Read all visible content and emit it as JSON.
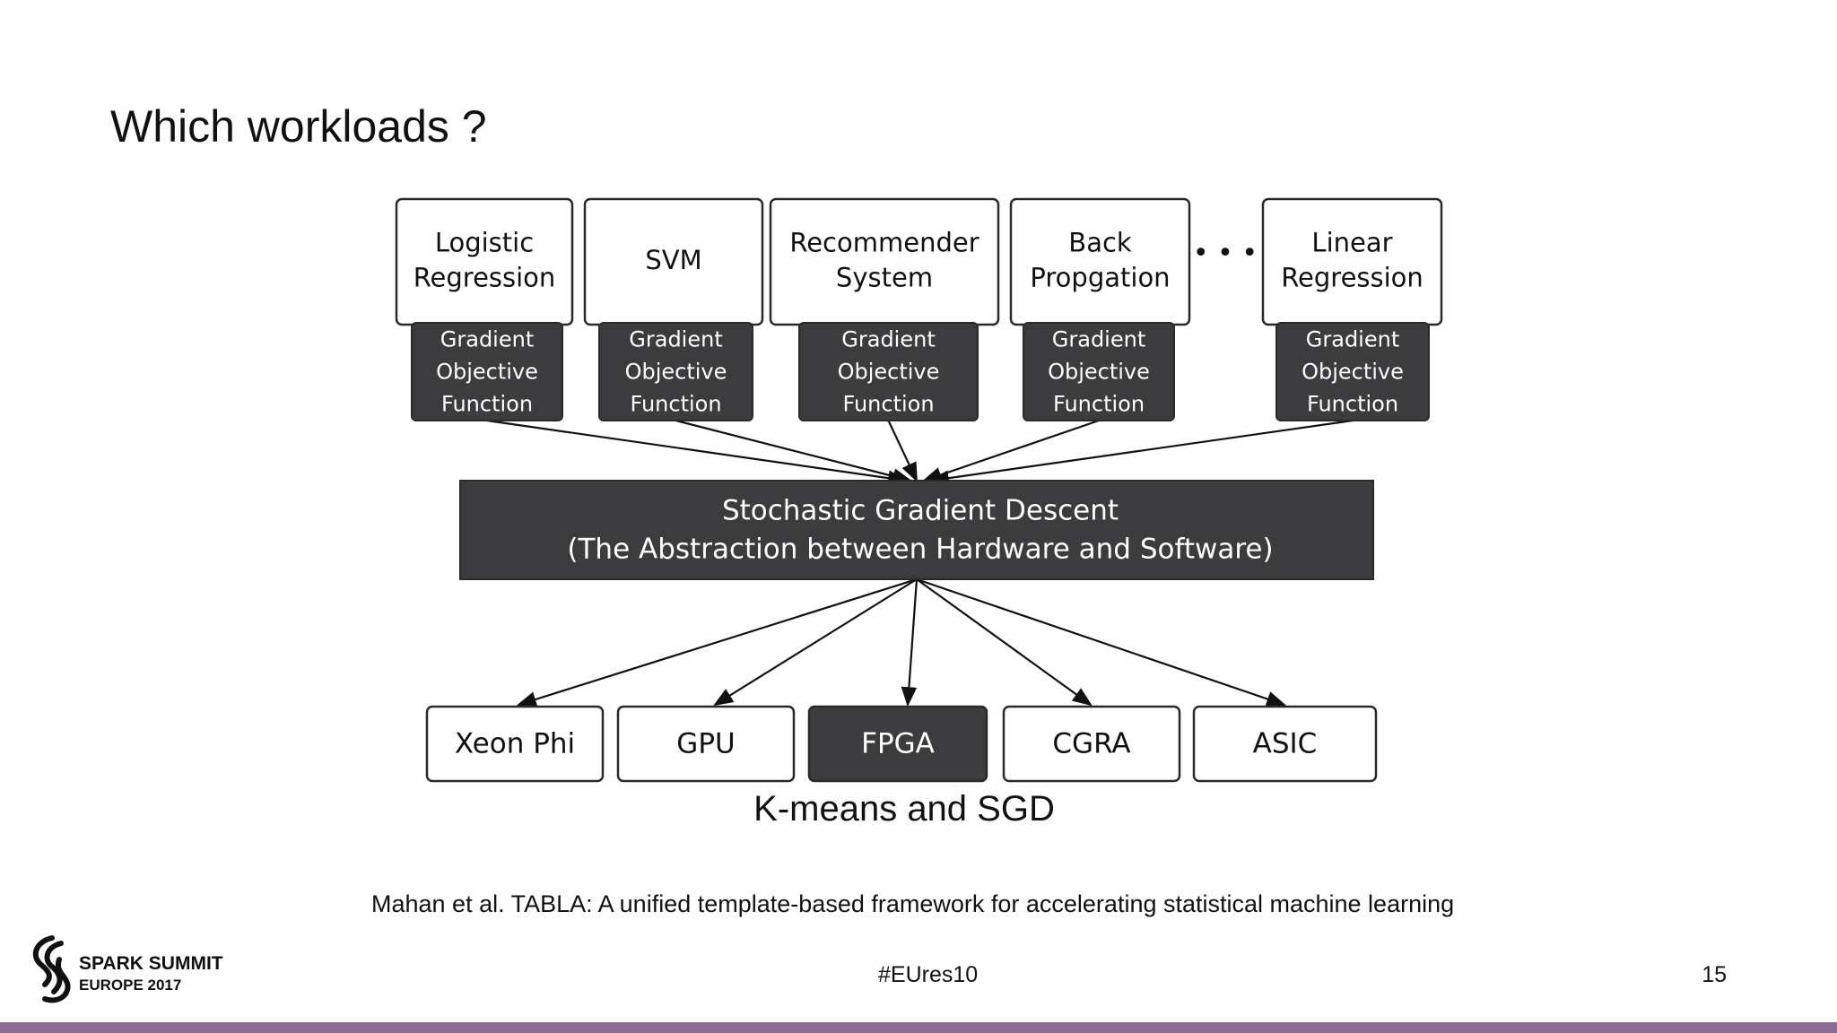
{
  "title": "Which workloads ?",
  "diagram": {
    "workloads": [
      {
        "label": [
          "Logistic",
          "Regression"
        ],
        "sub": [
          "Gradient",
          "Objective",
          "Function"
        ]
      },
      {
        "label": [
          "SVM"
        ],
        "sub": [
          "Gradient",
          "Objective",
          "Function"
        ]
      },
      {
        "label": [
          "Recommender",
          "System"
        ],
        "sub": [
          "Gradient",
          "Objective",
          "Function"
        ]
      },
      {
        "label": [
          "Back",
          "Propgation"
        ],
        "sub": [
          "Gradient",
          "Objective",
          "Function"
        ]
      },
      {
        "label": [
          "Linear",
          "Regression"
        ],
        "sub": [
          "Gradient",
          "Objective",
          "Function"
        ]
      }
    ],
    "ellipsis": "• • •",
    "core": [
      "Stochastic Gradient Descent",
      "(The Abstraction between Hardware and Software)"
    ],
    "hardware": [
      {
        "label": "Xeon Phi",
        "highlight": false
      },
      {
        "label": "GPU",
        "highlight": false
      },
      {
        "label": "FPGA",
        "highlight": true
      },
      {
        "label": "CGRA",
        "highlight": false
      },
      {
        "label": "ASIC",
        "highlight": false
      }
    ],
    "colors": {
      "dark_box": "#3c3b3d",
      "outline": "#2a2a2a",
      "light_box": "#ffffff"
    }
  },
  "caption": "K-means and SGD",
  "reference": "Mahan et al. TABLA: A unified template-based framework for accelerating statistical machine learning",
  "footer": {
    "hashtag": "#EUres10",
    "page_number": "15",
    "logo_line1": "SPARK SUMMIT",
    "logo_line2": "EUROPE 2017",
    "bar_color": "#8e6a97"
  }
}
